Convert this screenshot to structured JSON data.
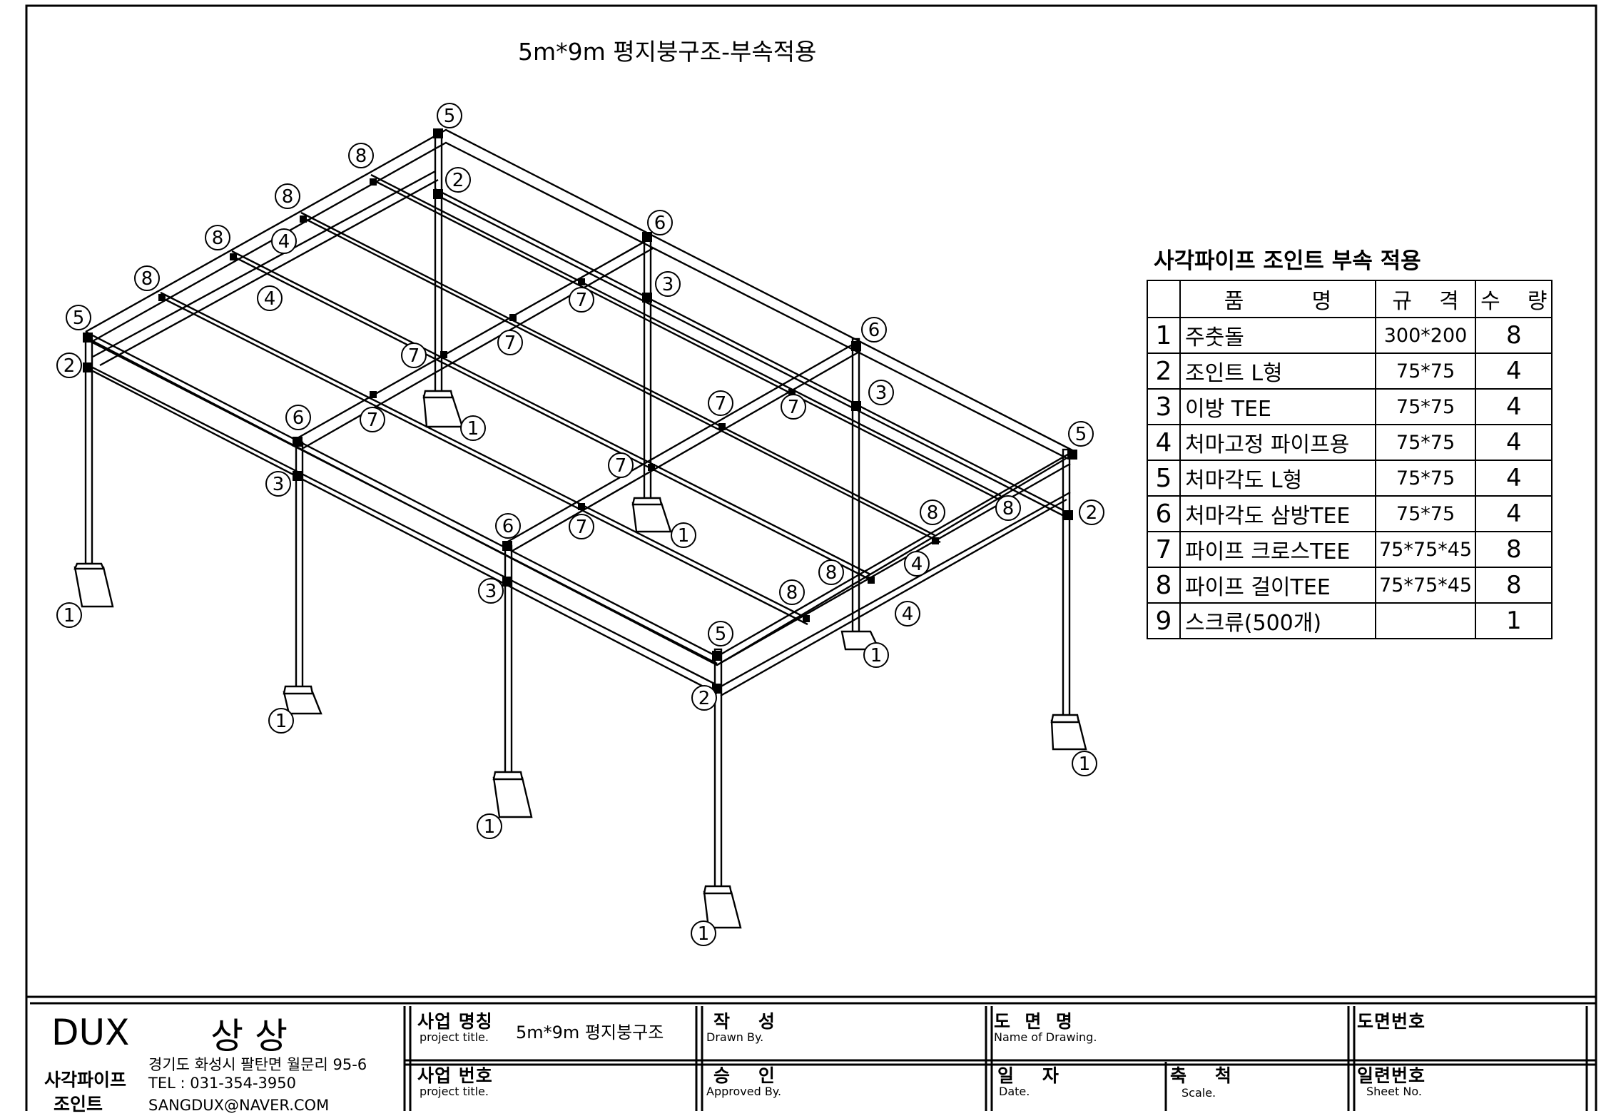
{
  "drawing_title": "5m*9m 평지붕구조-부속적용",
  "bom": {
    "title": "사각파이프 조인트 부속 적용",
    "headers": {
      "name": "품          명",
      "spec": "규    격",
      "qty": "수    량"
    },
    "rows": [
      {
        "no": "1",
        "name": "주춧돌",
        "spec": "300*200",
        "qty": "8"
      },
      {
        "no": "2",
        "name": "조인트 L형",
        "spec": "75*75",
        "qty": "4"
      },
      {
        "no": "3",
        "name": "이방 TEE",
        "spec": "75*75",
        "qty": "4"
      },
      {
        "no": "4",
        "name": "처마고정 파이프용",
        "spec": "75*75",
        "qty": "4"
      },
      {
        "no": "5",
        "name": "처마각도 L형",
        "spec": "75*75",
        "qty": "4"
      },
      {
        "no": "6",
        "name": "처마각도 삼방TEE",
        "spec": "75*75",
        "qty": "4"
      },
      {
        "no": "7",
        "name": "파이프 크로스TEE",
        "spec": "75*75*45",
        "qty": "8"
      },
      {
        "no": "8",
        "name": "파이프 걸이TEE",
        "spec": "75*75*45",
        "qty": "8"
      },
      {
        "no": "9",
        "name": "스크류(500개)",
        "spec": "",
        "qty": "1"
      }
    ]
  },
  "callouts": [
    "1",
    "2",
    "3",
    "4",
    "5",
    "6",
    "7",
    "8"
  ],
  "title_block": {
    "brand": "DUX",
    "brand_ko": "상상",
    "company_line1": "사각파이프",
    "company_line2": "조인트",
    "address": "경기도 화성시 팔탄면 월문리 95-6",
    "tel": "TEL : 031-354-3950",
    "email": "SANGDUX@NAVER.COM",
    "project_name_ko": "사업 명칭",
    "project_name_en": "project title.",
    "project_name_value": "5m*9m 평지붕구조",
    "project_no_ko": "사업 번호",
    "project_no_en": "project title.",
    "drawn_ko": "작    성",
    "drawn_en": "Drawn By.",
    "approved_ko": "승    인",
    "approved_en": "Approved By.",
    "drawing_name_ko": "도  면  명",
    "drawing_name_en": "Name of Drawing.",
    "date_ko": "일    자",
    "date_en": "Date.",
    "scale_ko": "축    척",
    "scale_en": "Scale.",
    "drawing_no_ko": "도면번호",
    "sheet_no_ko": "일련번호",
    "sheet_no_en": "Sheet No."
  }
}
